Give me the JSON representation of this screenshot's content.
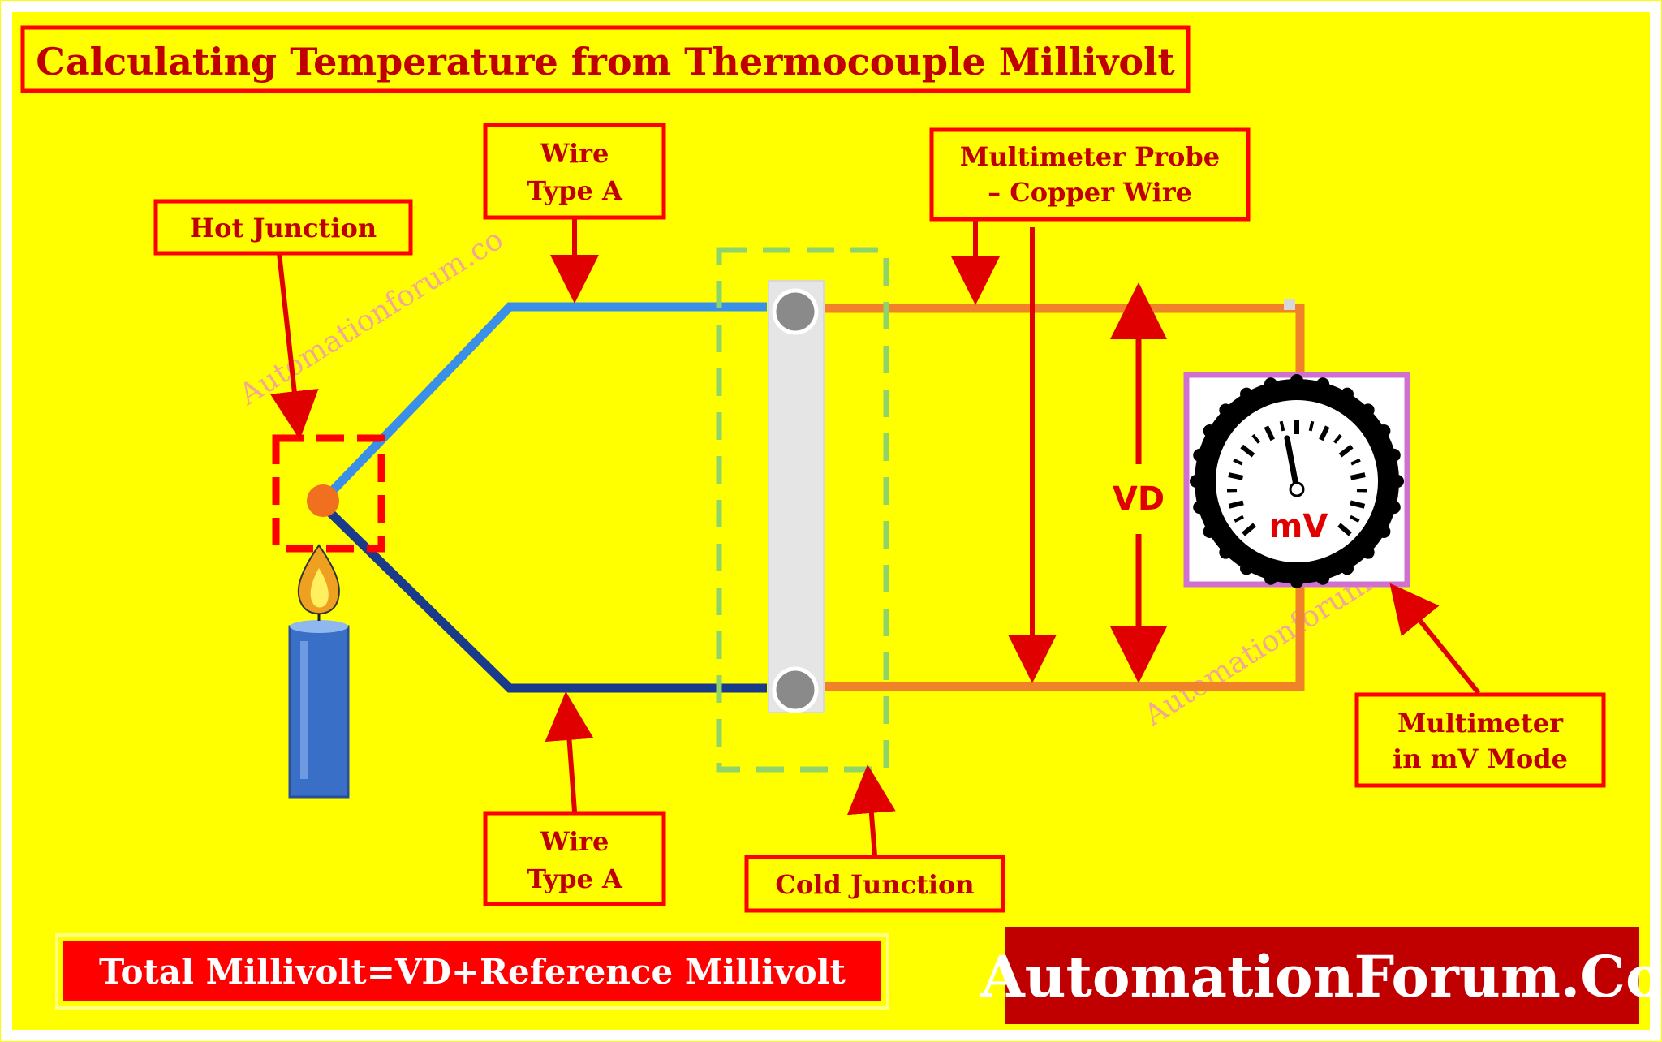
{
  "title": "Calculating Temperature from Thermocouple Millivolt",
  "labels": {
    "hot_junction": "Hot Junction",
    "wire_top_line1": "Wire",
    "wire_top_line2": "Type A",
    "wire_bottom_line1": "Wire",
    "wire_bottom_line2": "Type A",
    "probe_line1": "Multimeter Probe",
    "probe_line2": "– Copper Wire",
    "cold_junction": "Cold Junction",
    "meter_line1": "Multimeter",
    "meter_line2": "in mV Mode"
  },
  "voltage_label": "VD",
  "meter_unit": "mV",
  "formula": "Total Millivolt=VD+Reference Millivolt",
  "brand": "AutomationForum.Co",
  "watermark": "Automationforum.co",
  "colors": {
    "background": "#ffff00",
    "label_fill": "#ffff00",
    "label_border": "#ff0000",
    "label_text": "#c00000",
    "arrow": "#e00000",
    "wire_a_top": "#3a8fe8",
    "wire_a_bottom": "#1a3a8c",
    "copper_wire": "#f0822a",
    "cold_junction_box": "#8ed46a",
    "meter_frame": "#d070d0",
    "brand_bg": "#c00000"
  },
  "icons": {
    "flame": "candle-flame-icon",
    "meter": "analog-meter-icon"
  }
}
